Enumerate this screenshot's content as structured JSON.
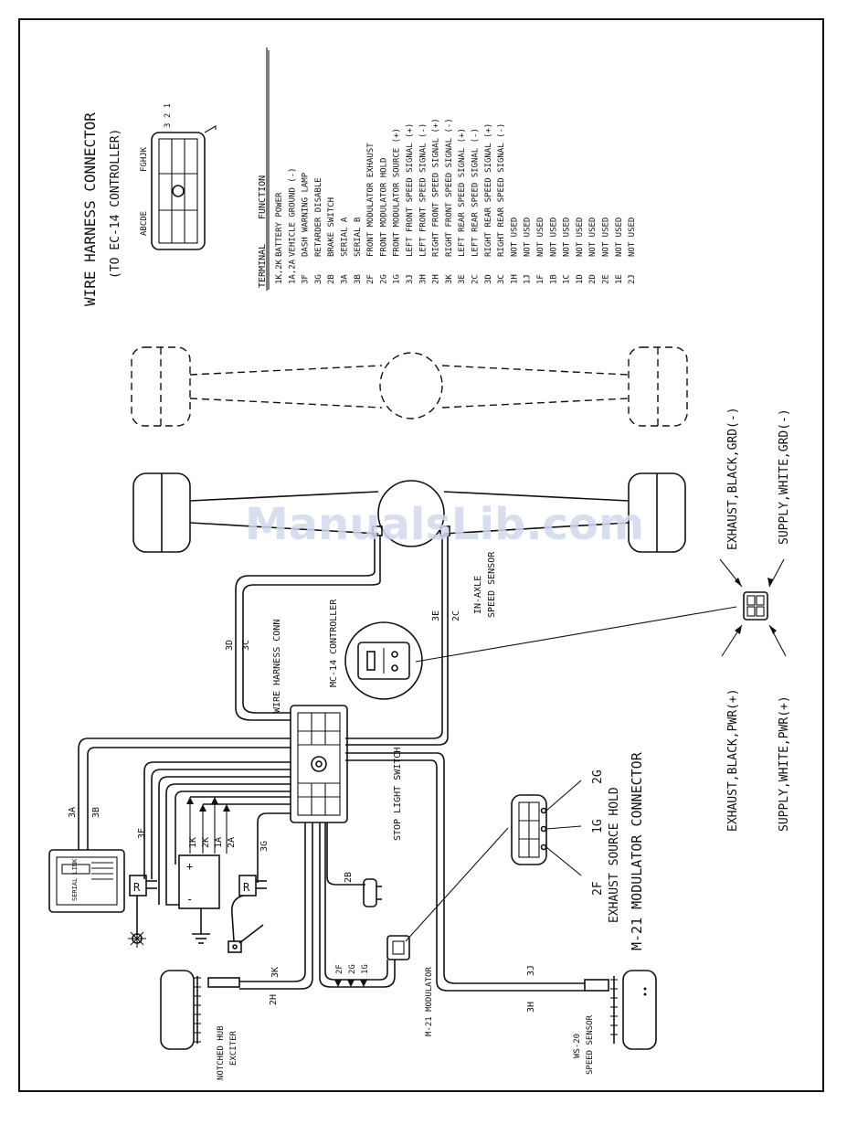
{
  "header": {
    "title": "WIRE HARNESS CONNECTOR",
    "subtitle": "(TO EC-14 CONTROLLER)",
    "pin_letters_left": "ABCDE",
    "pin_letters_right": "FGHJK",
    "pin_rows": "3 2 1"
  },
  "table": {
    "col_terminal": "TERMINAL",
    "col_function": "FUNCTION",
    "rows": [
      {
        "terminal": "1K,2K",
        "function": "BATTERY POWER"
      },
      {
        "terminal": "1A,2A",
        "function": "VEHICLE GROUND (-)"
      },
      {
        "terminal": "3F",
        "function": "DASH WARNING LAMP"
      },
      {
        "terminal": "3G",
        "function": "RETARDER DISABLE"
      },
      {
        "terminal": "2B",
        "function": "BRAKE SWITCH"
      },
      {
        "terminal": "3A",
        "function": "SERIAL A"
      },
      {
        "terminal": "3B",
        "function": "SERIAL B"
      },
      {
        "terminal": "2F",
        "function": "FRONT MODULATOR EXHAUST"
      },
      {
        "terminal": "2G",
        "function": "FRONT MODULATOR HOLD"
      },
      {
        "terminal": "1G",
        "function": "FRONT MODULATOR SOURCE (+)"
      },
      {
        "terminal": "3J",
        "function": "LEFT FRONT SPEED SIGNAL (+)"
      },
      {
        "terminal": "3H",
        "function": "LEFT FRONT SPEED SIGNAL (-)"
      },
      {
        "terminal": "2H",
        "function": "RIGHT FRONT SPEED SIGNAL (+)"
      },
      {
        "terminal": "3K",
        "function": "RIGHT FRONT SPEED SIGNAL (-)"
      },
      {
        "terminal": "3E",
        "function": "LEFT REAR SPEED SIGNAL (+)"
      },
      {
        "terminal": "2C",
        "function": "LEFT REAR SPEED SIGNAL (-)"
      },
      {
        "terminal": "3D",
        "function": "RIGHT REAR SPEED SIGNAL (+)"
      },
      {
        "terminal": "3C",
        "function": "RIGHT REAR SPEED SIGNAL (-)"
      },
      {
        "terminal": "1H",
        "function": "NOT USED"
      },
      {
        "terminal": "1J",
        "function": "NOT USED"
      },
      {
        "terminal": "1F",
        "function": "NOT USED"
      },
      {
        "terminal": "1B",
        "function": "NOT USED"
      },
      {
        "terminal": "1C",
        "function": "NOT USED"
      },
      {
        "terminal": "1D",
        "function": "NOT USED"
      },
      {
        "terminal": "2D",
        "function": "NOT USED"
      },
      {
        "terminal": "2E",
        "function": "NOT USED"
      },
      {
        "terminal": "1E",
        "function": "NOT USED"
      },
      {
        "terminal": "2J",
        "function": "NOT USED"
      }
    ]
  },
  "labels": {
    "wire_harness_conn": "WIRE HARNESS CONN",
    "mc14_controller": "MC-14 CONTROLLER",
    "in_axle": "IN-AXLE",
    "speed_sensor": "SPEED SENSOR",
    "stop_light_switch": "STOP LIGHT SWITCH",
    "serial_link": "SERIAL LINK",
    "notched_hub": "NOTCHED HUB",
    "exciter": "EXCITER",
    "m21_modulator": "M-21 MODULATOR",
    "ws20": "WS-20",
    "ws20_sensor": "SPEED SENSOR",
    "modulator_connector_title": "M-21 MODULATOR CONNECTOR",
    "exhaust_source_hold": "EXHAUST SOURCE HOLD",
    "relay": "R",
    "plus": "+",
    "minus": "-",
    "wire_3d": "3D",
    "wire_3c": "3C",
    "wire_3e": "3E",
    "wire_2c": "2C",
    "wire_3a": "3A",
    "wire_3b": "3B",
    "wire_3f": "3F",
    "wire_3g": "3G",
    "wire_1k": "1K",
    "wire_2k": "2K",
    "wire_1a": "1A",
    "wire_2a": "2A",
    "wire_2b": "2B",
    "wire_2h": "2H",
    "wire_3k": "3K",
    "wire_2f": "2F",
    "wire_2g": "2G",
    "wire_1g": "1G",
    "wire_3j": "3J",
    "wire_3h": "3H",
    "pin_2g": "2G",
    "pin_1g": "1G",
    "pin_2f": "2F",
    "exhaust_grd": "EXHAUST,BLACK,GRD(-)",
    "supply_grd": "SUPPLY,WHITE,GRD(-)",
    "exhaust_pwr": "EXHAUST,BLACK,PWR(+)",
    "supply_pwr": "SUPPLY,WHITE,PWR(+)"
  },
  "watermark": "ManualsLib.com"
}
